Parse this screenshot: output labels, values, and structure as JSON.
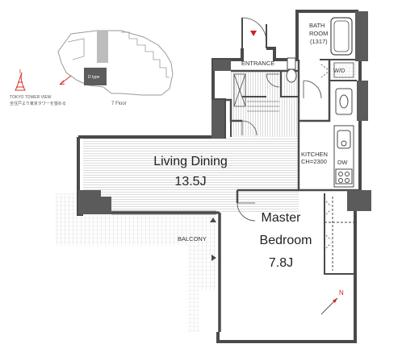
{
  "key_plan": {
    "unit_type": "D type",
    "floor": "7 Floor",
    "tower_view_title": "TOKYO TOWER VIEW",
    "tower_view_note": "全住戸より東京タワーを望める"
  },
  "rooms": {
    "living_dining": {
      "name": "Living Dining",
      "area": "13.5J"
    },
    "master_bedroom": {
      "name_line1": "Master",
      "name_line2": "Bedroom",
      "area": "7.8J"
    },
    "kitchen": {
      "name": "KITCHEN",
      "ceiling": "CH=2300"
    },
    "bathroom": {
      "name_line1": "BATH",
      "name_line2": "ROOM",
      "size": "(1317)"
    },
    "entrance": "ENTRANCE",
    "balcony": "BALCONY",
    "wd": "W/D",
    "dw": "DW"
  },
  "compass": {
    "label": "N"
  },
  "colors": {
    "wall": "#4a4a4a",
    "floor_line": "#bdbdbd",
    "tower": "#d9342b",
    "entrance_marker": "#d32020"
  }
}
